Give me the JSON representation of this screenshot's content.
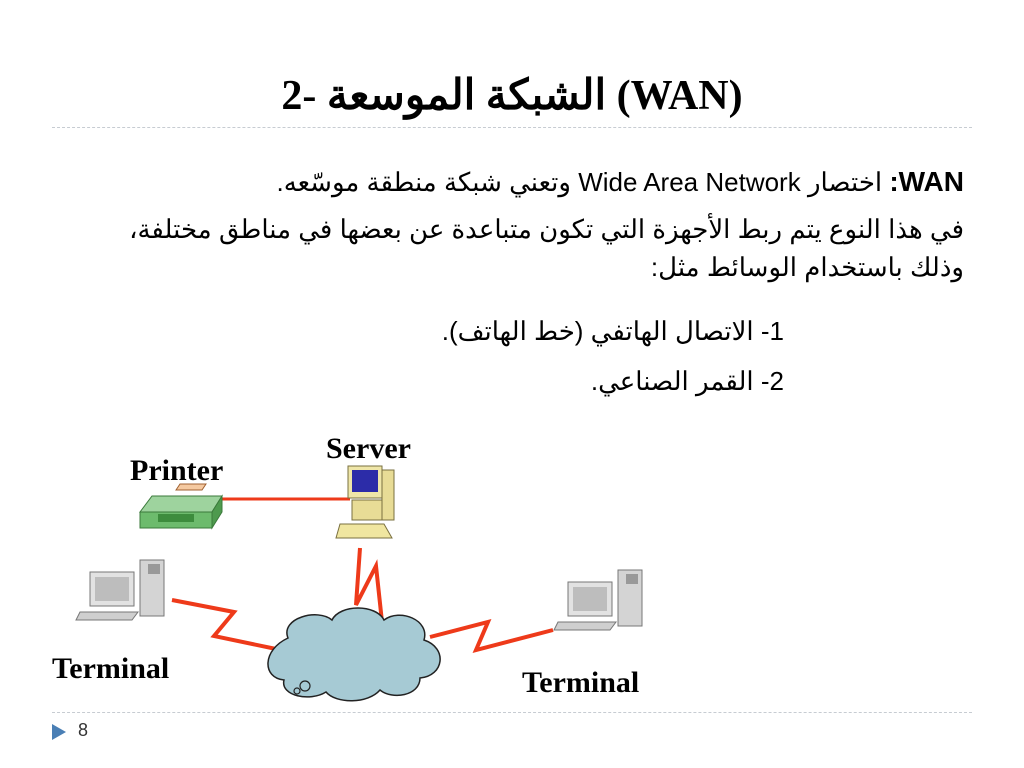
{
  "title": "2- الشبكة الموسعة (WAN)",
  "definition": {
    "term": "WAN:",
    "text": " اختصار Wide Area Network وتعني شبكة منطقة موسّعه."
  },
  "description": "في هذا النوع يتم ربط الأجهزة التي تكون متباعدة عن بعضها في مناطق مختلفة، وذلك باستخدام الوسائط مثل:",
  "list_items": [
    "1- الاتصال الهاتفي (خط الهاتف).",
    "2- القمر الصناعي."
  ],
  "diagram": {
    "printer_label": "Printer",
    "server_label": "Server",
    "terminal_left_label": "Terminal",
    "terminal_right_label": "Terminal",
    "link_color": "#ee3a1a",
    "cloud_color": "#a6cad4"
  },
  "footer": {
    "page_number": "8",
    "arrow_color": "#4a7fb5"
  }
}
